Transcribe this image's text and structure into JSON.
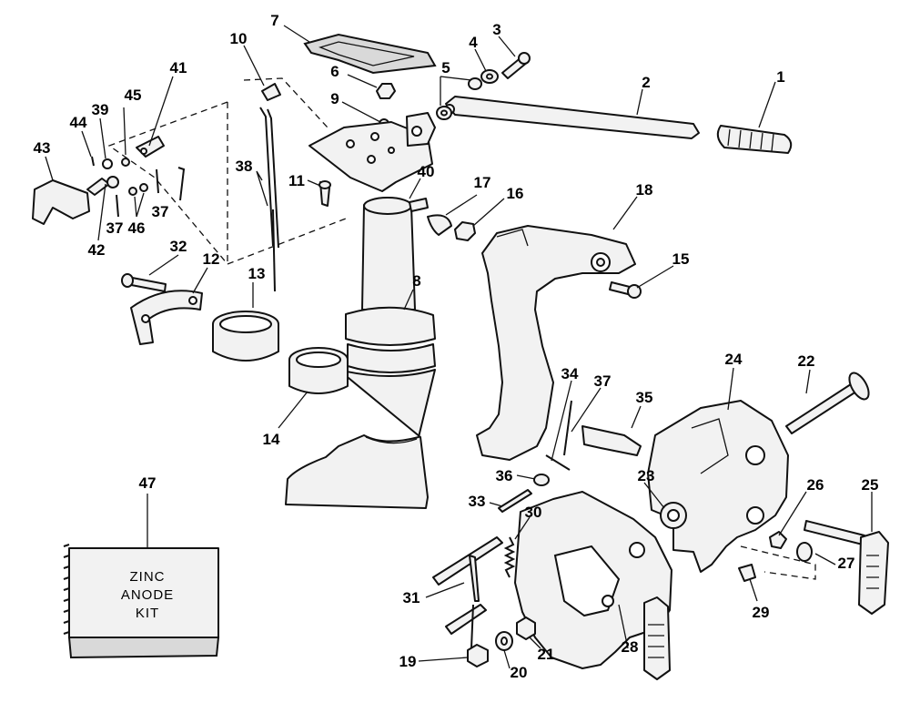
{
  "kit_label": [
    "ZINC",
    "ANODE",
    "KIT"
  ],
  "callouts": [
    {
      "id": "1",
      "text": "1"
    },
    {
      "id": "2",
      "text": "2"
    },
    {
      "id": "3",
      "text": "3"
    },
    {
      "id": "4",
      "text": "4"
    },
    {
      "id": "5",
      "text": "5"
    },
    {
      "id": "6",
      "text": "6"
    },
    {
      "id": "7",
      "text": "7"
    },
    {
      "id": "8",
      "text": "8"
    },
    {
      "id": "9",
      "text": "9"
    },
    {
      "id": "10",
      "text": "10"
    },
    {
      "id": "11",
      "text": "11"
    },
    {
      "id": "12",
      "text": "12"
    },
    {
      "id": "13",
      "text": "13"
    },
    {
      "id": "14",
      "text": "14"
    },
    {
      "id": "15",
      "text": "15"
    },
    {
      "id": "16",
      "text": "16"
    },
    {
      "id": "17",
      "text": "17"
    },
    {
      "id": "18",
      "text": "18"
    },
    {
      "id": "19",
      "text": "19"
    },
    {
      "id": "20",
      "text": "20"
    },
    {
      "id": "21",
      "text": "21"
    },
    {
      "id": "22",
      "text": "22"
    },
    {
      "id": "23",
      "text": "23"
    },
    {
      "id": "24",
      "text": "24"
    },
    {
      "id": "25",
      "text": "25"
    },
    {
      "id": "26",
      "text": "26"
    },
    {
      "id": "27",
      "text": "27"
    },
    {
      "id": "28",
      "text": "28"
    },
    {
      "id": "29",
      "text": "29"
    },
    {
      "id": "30",
      "text": "30"
    },
    {
      "id": "31",
      "text": "31"
    },
    {
      "id": "32",
      "text": "32"
    },
    {
      "id": "33",
      "text": "33"
    },
    {
      "id": "34",
      "text": "34"
    },
    {
      "id": "35",
      "text": "35"
    },
    {
      "id": "36",
      "text": "36"
    },
    {
      "id": "37a",
      "text": "37"
    },
    {
      "id": "37b",
      "text": "37"
    },
    {
      "id": "37c",
      "text": "37"
    },
    {
      "id": "38",
      "text": "38"
    },
    {
      "id": "39",
      "text": "39"
    },
    {
      "id": "40",
      "text": "40"
    },
    {
      "id": "41",
      "text": "41"
    },
    {
      "id": "42",
      "text": "42"
    },
    {
      "id": "43",
      "text": "43"
    },
    {
      "id": "44",
      "text": "44"
    },
    {
      "id": "45",
      "text": "45"
    },
    {
      "id": "46",
      "text": "46"
    },
    {
      "id": "47",
      "text": "47"
    }
  ]
}
